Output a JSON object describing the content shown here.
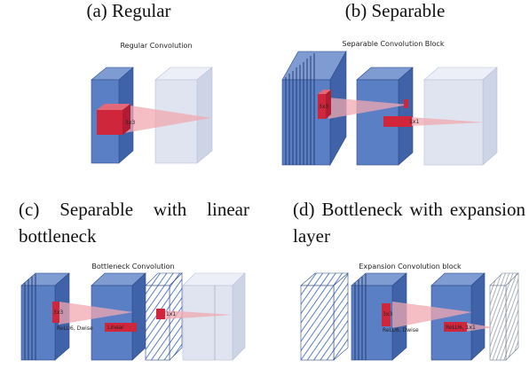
{
  "captions": {
    "a": "(a) Regular",
    "b": "(b) Separable",
    "c": "(c) Separable with linear bottleneck",
    "d": "(d) Bottleneck with expansion layer"
  },
  "panels": {
    "a": {
      "title": "Regular Convolution",
      "kernel": "3x3"
    },
    "b": {
      "title": "Separable Convolution Block",
      "kernel": "3x3",
      "kernel2": "1x1"
    },
    "c": {
      "title": "Bottleneck Convolution",
      "kernel": "3x3",
      "relu": "ReLU6, Dwise",
      "linear": "Linear",
      "kernel2": "1x1"
    },
    "d": {
      "title": "Expansion Convolution block",
      "kernel": "3x3",
      "relu": "ReLU6, Dwise",
      "relu2": "ReLU6, 1x1"
    }
  },
  "colors": {
    "block_dark": "#5a7fc4",
    "block_light": "#dfe4f0",
    "kernel": "#d0263c",
    "cone": "#f2a8b0"
  }
}
